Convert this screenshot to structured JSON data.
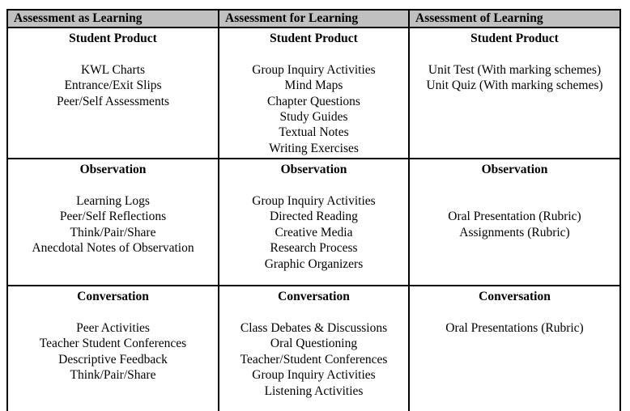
{
  "table": {
    "header_bg": "#c0c0c0",
    "border_color": "#000000",
    "columns": [
      {
        "header": "Assessment as Learning",
        "sections": [
          {
            "heading": "Student Product",
            "items": [
              "KWL Charts",
              "Entrance/Exit Slips",
              "Peer/Self Assessments"
            ]
          },
          {
            "heading": "Observation",
            "items": [
              "Learning Logs",
              "Peer/Self Reflections",
              "Think/Pair/Share",
              "Anecdotal Notes of Observation"
            ]
          },
          {
            "heading": "Conversation",
            "items": [
              "Peer Activities",
              "Teacher Student Conferences",
              "Descriptive Feedback",
              "Think/Pair/Share"
            ]
          }
        ]
      },
      {
        "header": "Assessment for Learning",
        "sections": [
          {
            "heading": "Student Product",
            "items": [
              "Group Inquiry Activities",
              "Mind Maps",
              "Chapter Questions",
              "Study Guides",
              "Textual Notes",
              "Writing Exercises"
            ]
          },
          {
            "heading": "Observation",
            "items": [
              "Group Inquiry Activities",
              "Directed Reading",
              "Creative Media",
              "Research Process",
              "Graphic Organizers"
            ]
          },
          {
            "heading": "Conversation",
            "items": [
              "Class Debates & Discussions",
              "Oral Questioning",
              "Teacher/Student Conferences",
              "Group Inquiry Activities",
              "Listening Activities"
            ]
          }
        ]
      },
      {
        "header": "Assessment of Learning",
        "sections": [
          {
            "heading": "Student Product",
            "items": [
              "Unit Test (With marking schemes)",
              "Unit Quiz (With marking schemes)"
            ]
          },
          {
            "heading": "Observation",
            "items": [
              "",
              "Oral Presentation (Rubric)",
              "Assignments (Rubric)"
            ]
          },
          {
            "heading": "Conversation",
            "items": [
              "Oral Presentations (Rubric)"
            ]
          }
        ]
      }
    ]
  }
}
